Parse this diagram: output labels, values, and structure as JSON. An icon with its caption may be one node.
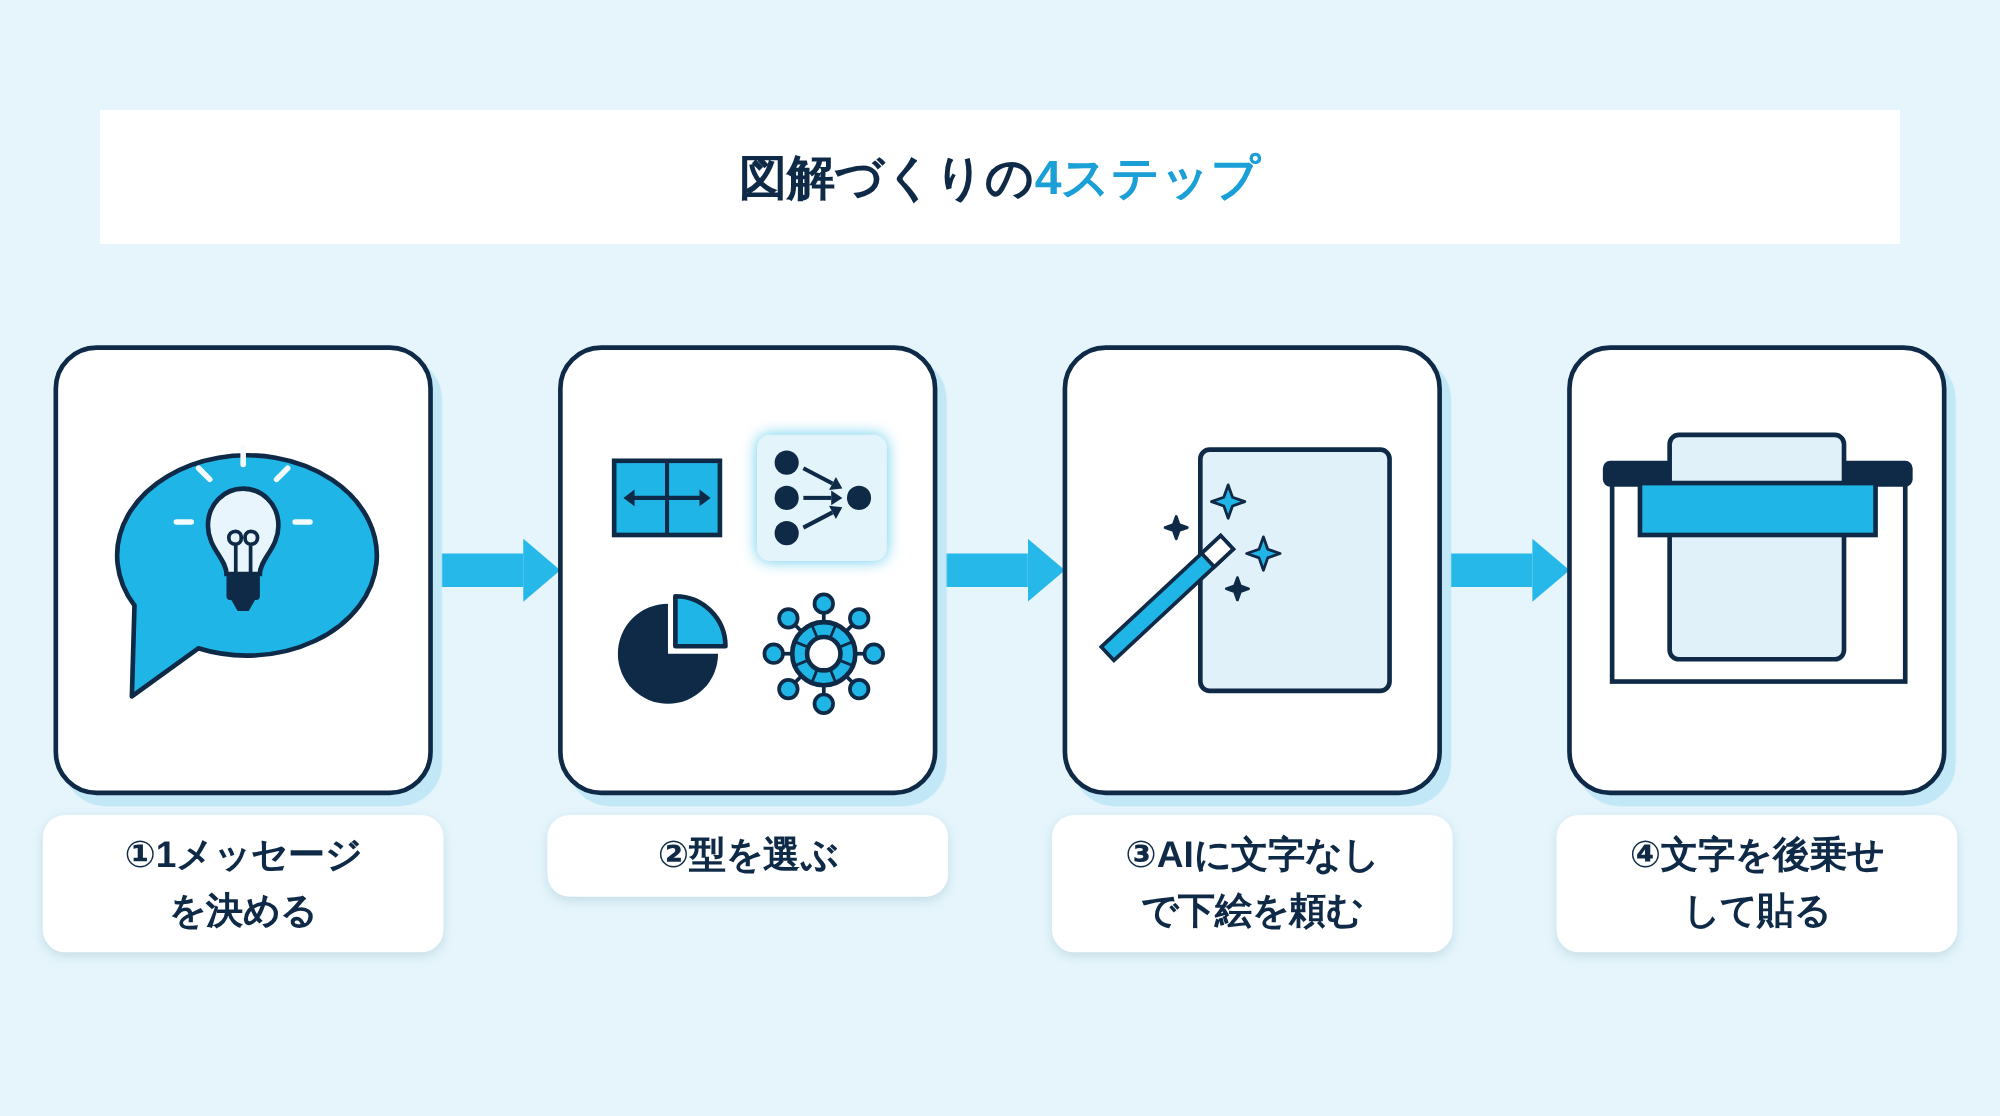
{
  "diagram": {
    "title": "図解づくりの4ステップ",
    "nodes": [
      {
        "text": [],
        "shape": "picture"
      },
      {
        "text": [],
        "shape": "picture"
      },
      {
        "text": [],
        "shape": "picture"
      },
      {
        "text": [],
        "shape": "picture"
      },
      {
        "text": [
          "①1メッセージを決める"
        ]
      },
      {
        "text": [
          "②型を選ぶ"
        ]
      },
      {
        "text": [
          "③AIに文字なしで下絵を頼む"
        ]
      },
      {
        "text": [
          "④文字を後乗せして貼る"
        ]
      }
    ],
    "edges": [
      {
        "from": 0,
        "to": 1,
        "arrow": "to"
      },
      {
        "from": 1,
        "to": 2,
        "arrow": "to"
      },
      {
        "from": 2,
        "to": 3,
        "arrow": "to"
      }
    ]
  }
}
